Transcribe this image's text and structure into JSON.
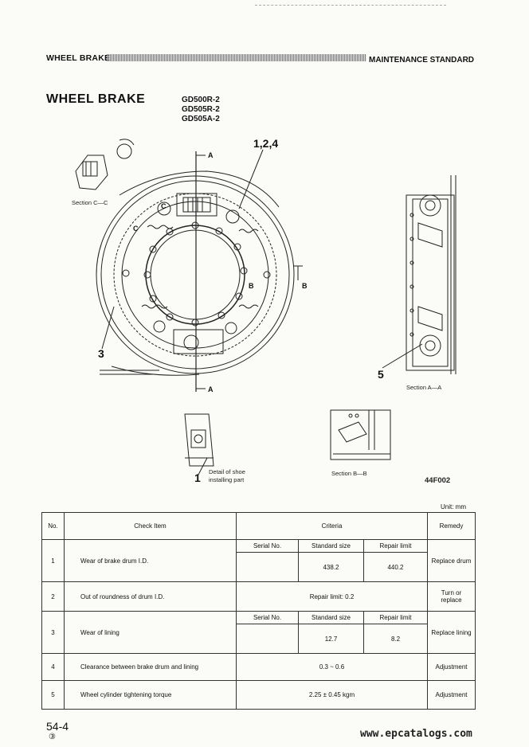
{
  "header": {
    "left": "WHEEL BRAKE",
    "right": "MAINTENANCE STANDARD"
  },
  "title": "WHEEL BRAKE",
  "models": [
    "GD500R-2",
    "GD505R-2",
    "GD505A-2"
  ],
  "figure": {
    "labels": {
      "section_cc": "Section C—C",
      "section_aa": "Section A—A",
      "section_bb": "Section B—B",
      "detail_line1": "Detail of shoe",
      "detail_line2": "installing part",
      "figure_code": "44F002",
      "callout_124": "1,2,4",
      "callout_3": "3",
      "callout_5": "5",
      "callout_1": "1",
      "mark_a": "A",
      "mark_b": "B",
      "mark_c": "C"
    }
  },
  "table": {
    "unit": "Unit:  mm",
    "headers": {
      "no": "No.",
      "check_item": "Check Item",
      "criteria": "Criteria",
      "remedy": "Remedy"
    },
    "sub_headers": {
      "serial": "Serial No.",
      "standard": "Standard size",
      "repair": "Repair limit"
    },
    "rows": [
      {
        "no": "1",
        "item": "Wear of brake drum I.D.",
        "standard": "438.2",
        "repair": "440.2",
        "remedy": "Replace drum"
      },
      {
        "no": "2",
        "item": "Out of roundness of drum I.D.",
        "criteria": "Repair limit:    0.2",
        "remedy_line1": "Turn or",
        "remedy_line2": "replace"
      },
      {
        "no": "3",
        "item": "Wear of lining",
        "standard": "12.7",
        "repair": "8.2",
        "remedy": "Replace lining"
      },
      {
        "no": "4",
        "item": "Clearance between brake drum and lining",
        "criteria": "0.3 ~ 0.6",
        "remedy": "Adjustment"
      },
      {
        "no": "5",
        "item": "Wheel cylinder tightening torque",
        "criteria": "2.25 ± 0.45 kgm",
        "remedy": "Adjustment"
      }
    ]
  },
  "footer": {
    "page": "54-4",
    "revision": "③",
    "watermark": "www.epcatalogs.com"
  }
}
